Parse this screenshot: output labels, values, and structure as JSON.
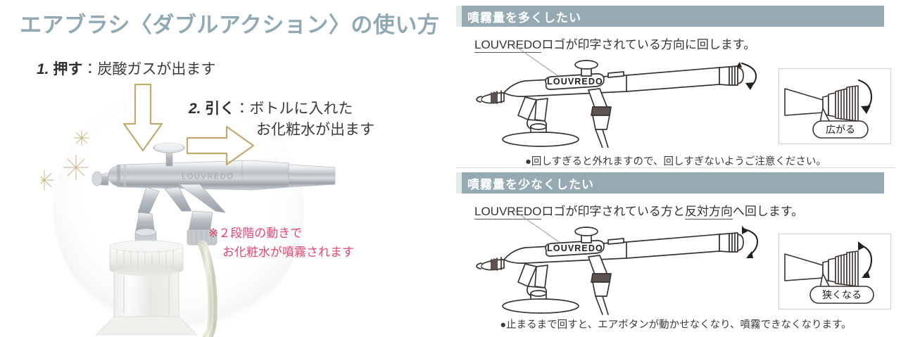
{
  "title": "エアブラシ〈ダブルアクション〉の使い方",
  "title_color": "#90a9b5",
  "left": {
    "step1": {
      "num": "1.",
      "lead": "押す",
      "sep": "：",
      "text": "炭酸ガスが出ます"
    },
    "step2": {
      "num": "2.",
      "lead": "引く",
      "sep": "：",
      "line1": "ボトルに入れた",
      "line2": "お化粧水が出ます"
    },
    "caution": {
      "line1": "※２段階の動きで",
      "line2": "お化粧水が噴霧されます",
      "color": "#e8456f"
    },
    "arrow_down": {
      "name": "down-arrow",
      "color": "#c2a96e"
    },
    "arrow_right": {
      "name": "right-arrow",
      "color": "#c2a96e"
    },
    "photo": {
      "name": "airbrush-bottle-photo",
      "brand_text": "LOUVREDO",
      "sparkle_color": "#c7ae77"
    }
  },
  "right": {
    "header_bg": "#96aab3",
    "sections": [
      {
        "id": "more",
        "heading": "噴霧量を多くしたい",
        "lead_prefix": "LOUVREDO",
        "lead_mid": "ロゴが印字されている方向に回します。",
        "lead_underline_2": "",
        "lead_suffix": "",
        "note": "●回しすぎると外れますので、回しすぎないようご注意ください。",
        "diagram": {
          "name": "airbrush-rotate-clockwise",
          "badge": "LOUVREDO",
          "rotation": "clockwise"
        },
        "inset": {
          "name": "nozzle-widen-inset",
          "callout": "広がる",
          "rotation": "down-curved"
        }
      },
      {
        "id": "less",
        "heading": "噴霧量を少なくしたい",
        "lead_prefix": "LOUVREDO",
        "lead_mid": "ロゴが印字されている方と",
        "lead_underline_2": "反対方向",
        "lead_suffix": "へ回します。",
        "note": "●止まるまで回すと、エアボタンが動かせなくなり、噴霧できなくなります。",
        "diagram": {
          "name": "airbrush-rotate-counterclockwise",
          "badge": "LOUVREDO",
          "rotation": "counter-clockwise"
        },
        "inset": {
          "name": "nozzle-narrow-inset",
          "callout": "狭くなる",
          "rotation": "up-curved"
        }
      }
    ]
  }
}
